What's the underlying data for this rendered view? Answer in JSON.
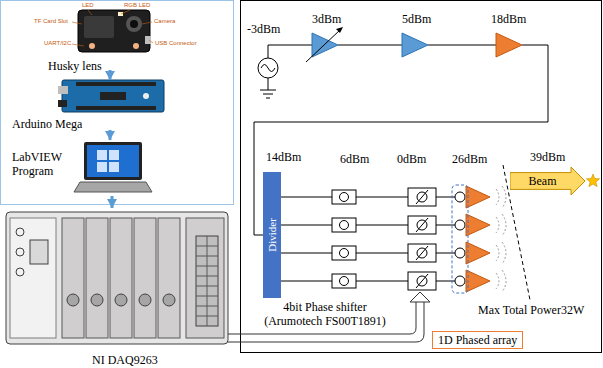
{
  "diagram": {
    "nodes": [
      {
        "text": [
          "Husky lens"
        ]
      },
      {
        "text": [
          "Arduino Mega"
        ]
      },
      {
        "text": [
          "LabVIEW Program"
        ]
      },
      {
        "text": [
          "NI DAQ9263"
        ]
      },
      {
        "text": [
          "Divider"
        ]
      },
      {
        "text": [
          "Beam"
        ]
      },
      {
        "text": [
          "1D Phased array"
        ]
      }
    ],
    "edges": [
      {
        "from": 0,
        "to": 1,
        "arrow": "to"
      },
      {
        "from": 1,
        "to": 2,
        "arrow": "to"
      },
      {
        "from": 2,
        "to": 3,
        "arrow": "to"
      }
    ],
    "labels": [
      "RGB LED",
      "LED",
      "TF Card Slot",
      "Camera",
      "UART/I2C",
      "USB Connector",
      "-3dBm",
      "3dBm",
      "5dBm",
      "18dBm",
      "14dBm",
      "6dBm",
      "0dBm",
      "26dBm",
      "39dBm",
      "4bit Phase shifter (Arumotech FS00T1891)",
      "Max Total Power32W"
    ]
  }
}
